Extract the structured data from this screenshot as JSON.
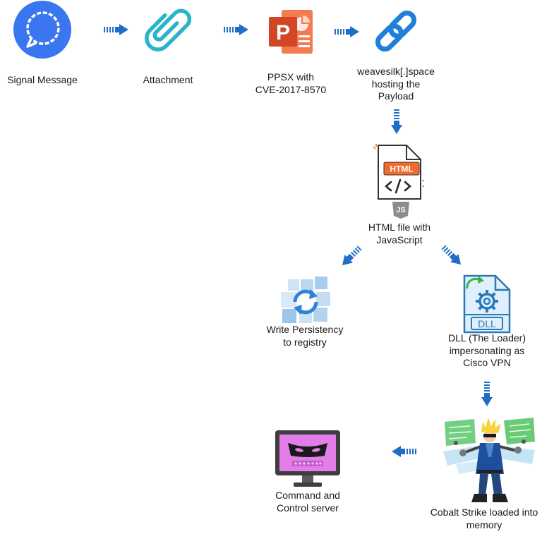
{
  "colors": {
    "arrow": "#1f6dc6",
    "text": "#1a1a1a",
    "background": "#ffffff"
  },
  "nodes": [
    {
      "icon": "signal-icon",
      "label": [
        "Signal Message"
      ]
    },
    {
      "icon": "paperclip-icon",
      "label": [
        "Attachment"
      ]
    },
    {
      "icon": "powerpoint-icon",
      "label": [
        "PPSX with",
        "CVE-2017-8570"
      ]
    },
    {
      "icon": "link-icon",
      "label": [
        "weavesilk[.]space",
        "hosting the",
        "Payload"
      ]
    },
    {
      "icon": "html-file-icon",
      "label": [
        "HTML file with",
        "JavaScript"
      ]
    },
    {
      "icon": "registry-icon",
      "label": [
        "Write Persistency",
        "to registry"
      ]
    },
    {
      "icon": "dll-file-icon",
      "label": [
        "DLL (The Loader)",
        "impersonating as",
        "Cisco VPN"
      ]
    },
    {
      "icon": "cobalt-strike-icon",
      "label": [
        "Cobalt Strike loaded into",
        "memory"
      ]
    },
    {
      "icon": "c2-monitor-icon",
      "label": [
        "Command and",
        "Control server"
      ]
    }
  ],
  "icon_text": {
    "powerpoint": "P",
    "html_badge": "HTML",
    "js_badge": "JS",
    "dll": "DLL"
  }
}
